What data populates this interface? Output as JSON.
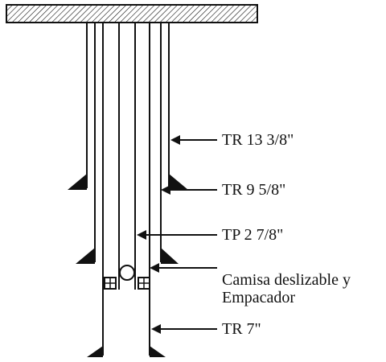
{
  "labels": {
    "tr_13_3_8": "TR 13 3/8\"",
    "tr_9_5_8": "TR 9 5/8\"",
    "tp_2_7_8": "TP 2 7/8\"",
    "camisa_line1": "Camisa deslizable y",
    "camisa_line2": "Empacador",
    "tr_7": "TR 7\""
  },
  "colors": {
    "ink": "#111111",
    "background": "#ffffff"
  }
}
